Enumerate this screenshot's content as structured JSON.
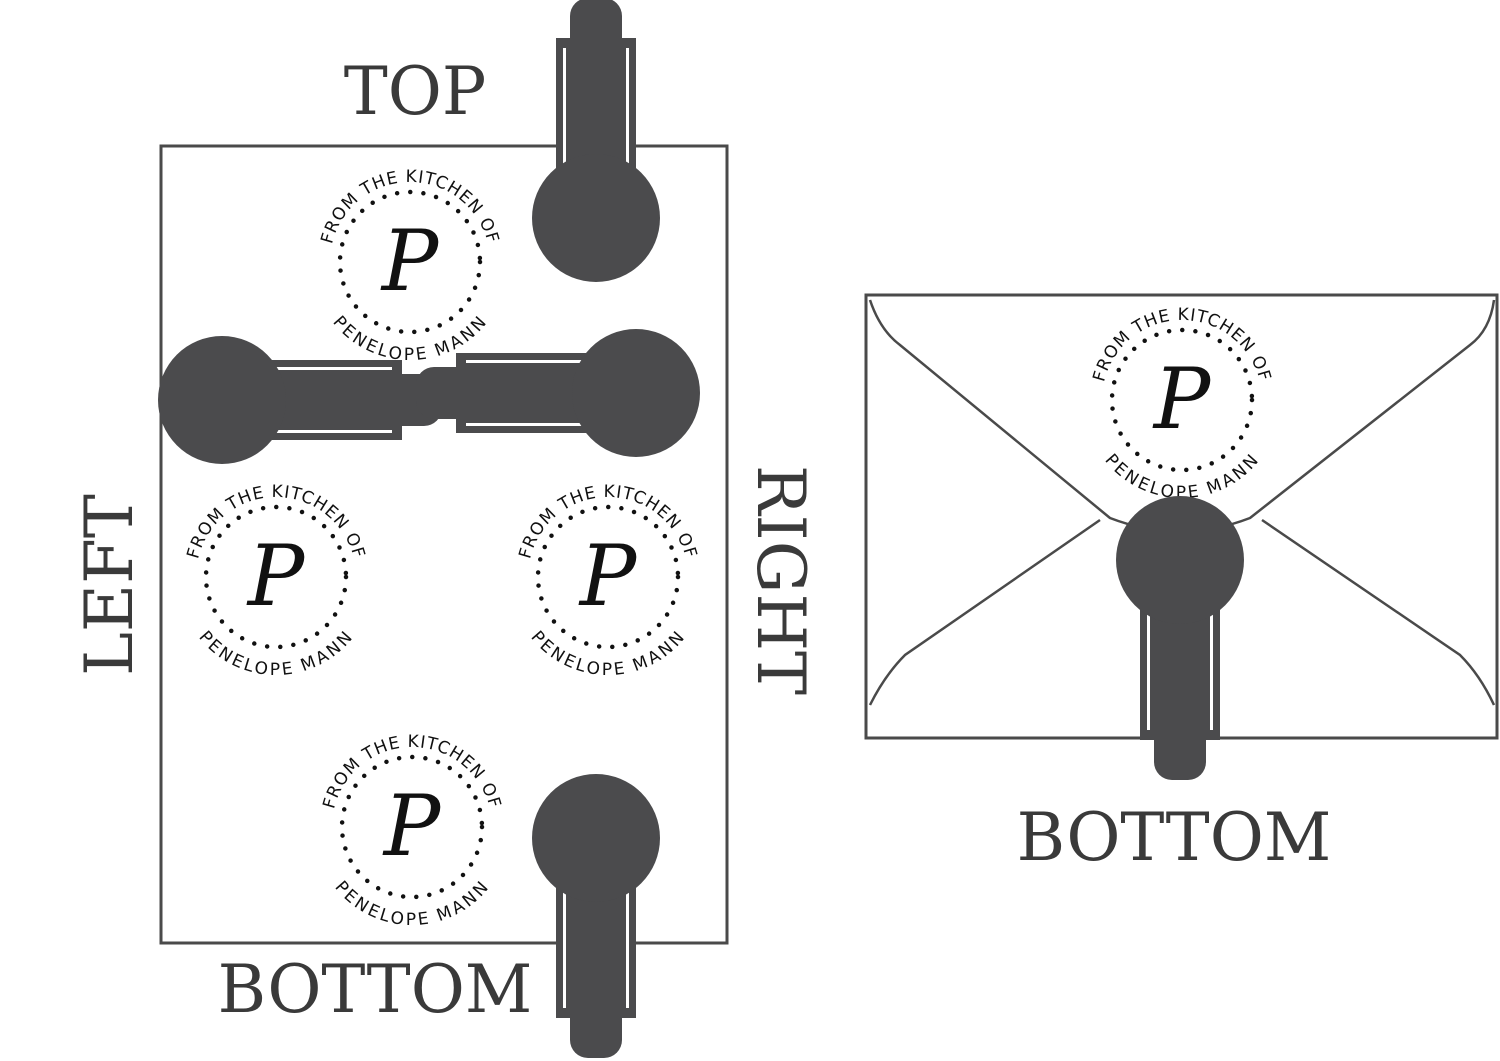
{
  "labels": {
    "top": "TOP",
    "left": "LEFT",
    "right": "RIGHT",
    "bottom_paper": "BOTTOM",
    "bottom_envelope": "BOTTOM"
  },
  "seal": {
    "top_text": "FROM THE KITCHEN OF",
    "bottom_text": "PENELOPE MANN",
    "monogram": "P"
  },
  "colors": {
    "embosser": "#4b4b4d",
    "outline": "#4a4a4a",
    "label": "#3a3a3a",
    "seal_ink": "#111111"
  }
}
